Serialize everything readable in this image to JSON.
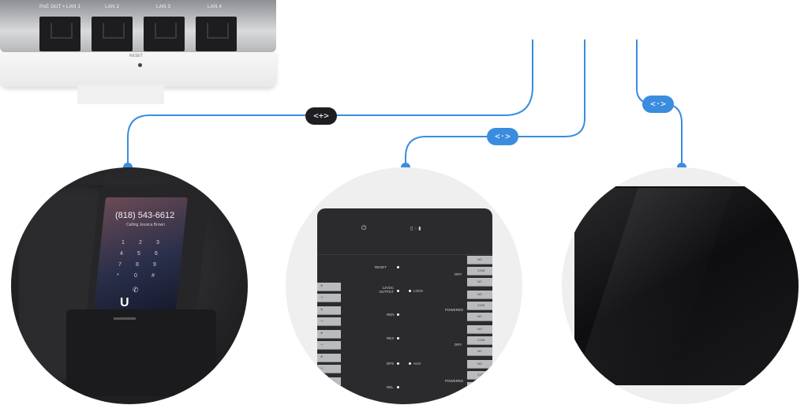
{
  "switch": {
    "ports": [
      {
        "label": "PoE OUT • LAN 1"
      },
      {
        "label": "LAN 2"
      },
      {
        "label": "LAN 3"
      },
      {
        "label": "LAN 4"
      }
    ],
    "reset_label": "RESET"
  },
  "connections": [
    {
      "badge": "<+>",
      "style": "dark"
    },
    {
      "badge": "<·>",
      "style": "blue"
    },
    {
      "badge": "<·>",
      "style": "blue"
    }
  ],
  "phone": {
    "number": "(818) 543-6612",
    "subtitle": "Calling Jessica Brown",
    "keys": [
      "1",
      "2",
      "3",
      "4",
      "5",
      "6",
      "7",
      "8",
      "9",
      "*",
      "0",
      "#"
    ],
    "logo": "U"
  },
  "panel": {
    "labels_left": [
      "RESET",
      "12VDC OUTPUT",
      "REN",
      "REX",
      "DPS",
      "REL"
    ],
    "labels_mid": [
      "LOCK",
      "AUX"
    ],
    "labels_right": [
      "DRY",
      "POWERED",
      "DRY",
      "POWERED"
    ],
    "terminals_right": [
      "NO",
      "COM",
      "NC",
      "NO",
      "COM",
      "NC",
      "NO",
      "COM",
      "NC",
      "NO",
      "COM",
      "NC"
    ],
    "terminal_symbol_plus": "+",
    "terminal_symbol_minus": "−"
  },
  "colors": {
    "accent": "#3a8dde",
    "badge_dark": "#1e1e20"
  }
}
